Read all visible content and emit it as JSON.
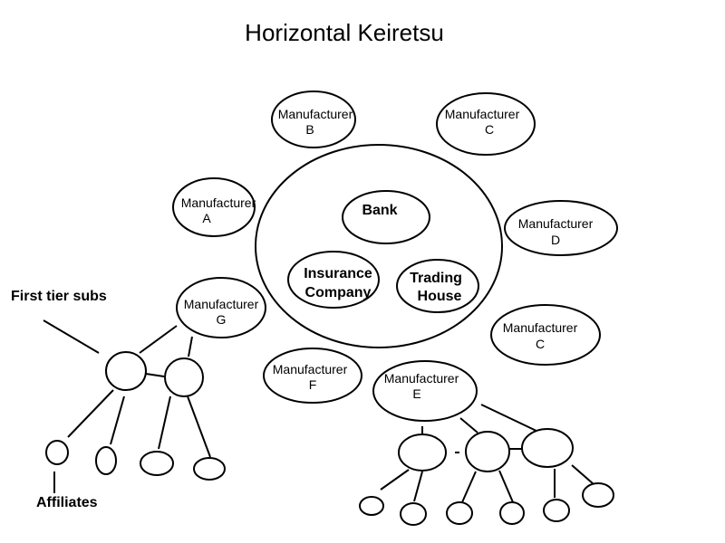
{
  "title": "Horizontal Keiretsu",
  "center": {
    "bank": "Bank",
    "insurance": [
      "Insurance",
      "Company"
    ],
    "trading": [
      "Trading",
      "House"
    ]
  },
  "manufacturers": {
    "a": [
      "Manufacturer",
      "A"
    ],
    "b": [
      "Manufacturer",
      "B"
    ],
    "c_top": [
      "Manufacturer",
      "C"
    ],
    "d": [
      "Manufacturer",
      "D"
    ],
    "c_right": [
      "Manufacturer",
      "C"
    ],
    "e": [
      "Manufacturer",
      "E"
    ],
    "f": [
      "Manufacturer",
      "F"
    ],
    "g": [
      "Manufacturer",
      "G"
    ]
  },
  "labels": {
    "first_tier": "First tier subs",
    "affiliates": "Affiliates"
  }
}
